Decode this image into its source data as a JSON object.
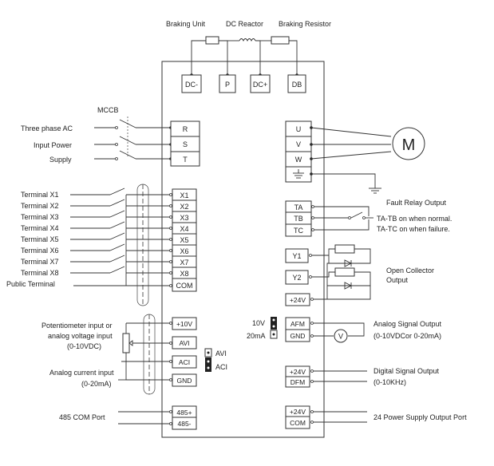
{
  "top": {
    "braking_unit": "Braking Unit",
    "dc_reactor": "DC Reactor",
    "braking_resistor": "Braking Resistor",
    "terminals": [
      "DC-",
      "P",
      "DC+",
      "DB"
    ]
  },
  "power_input": {
    "mccb": "MCCB",
    "line1": "Three phase AC",
    "line2": "Input Power",
    "line3": "Supply",
    "terminals": [
      "R",
      "S",
      "T"
    ]
  },
  "motor_output": {
    "terminals": [
      "U",
      "V",
      "W"
    ],
    "motor_label": "M"
  },
  "relay": {
    "title": "Fault Relay Output",
    "terminals": [
      "TA",
      "TB",
      "TC"
    ],
    "note1": "TA-TB on when normal.",
    "note2": "TA-TC on when failure."
  },
  "digital_inputs": {
    "labels": [
      "Terminal X1",
      "Terminal X2",
      "Terminal X3",
      "Terminal X4",
      "Terminal X5",
      "Terminal X6",
      "Terminal X7",
      "Terminal X8",
      "Public Terminal"
    ],
    "terminals": [
      "X1",
      "X2",
      "X3",
      "X4",
      "X5",
      "X6",
      "X7",
      "X8",
      "COM"
    ]
  },
  "open_collector": {
    "terminals": [
      "Y1",
      "Y2",
      "+24V"
    ],
    "label1": "Open Collector",
    "label2": "Output"
  },
  "analog_output": {
    "jumper_top": "10V",
    "jumper_bottom": "20mA",
    "terminals": [
      "AFM",
      "GND"
    ],
    "meter": "V",
    "label1": "Analog Signal Output",
    "label2": "(0-10VDCor 0-20mA)"
  },
  "analog_input": {
    "pot_line1": "Potentiometer input or",
    "pot_line2": "analog voltage input",
    "pot_line3": "(0-10VDC)",
    "terminals": [
      "+10V",
      "AVI",
      "ACI",
      "GND"
    ],
    "jumper_avi": "AVI",
    "jumper_aci": "ACI",
    "current_line1": "Analog current input",
    "current_line2": "(0-20mA)"
  },
  "digital_output": {
    "terminals": [
      "+24V",
      "DFM"
    ],
    "label1": "Digital Signal Output",
    "label2": "(0-10KHz)"
  },
  "comm": {
    "label": "485 COM  Port",
    "terminals": [
      "485+",
      "485-"
    ]
  },
  "power_supply_output": {
    "terminals": [
      "+24V",
      "COM"
    ],
    "label": "24 Power Supply Output Port"
  }
}
